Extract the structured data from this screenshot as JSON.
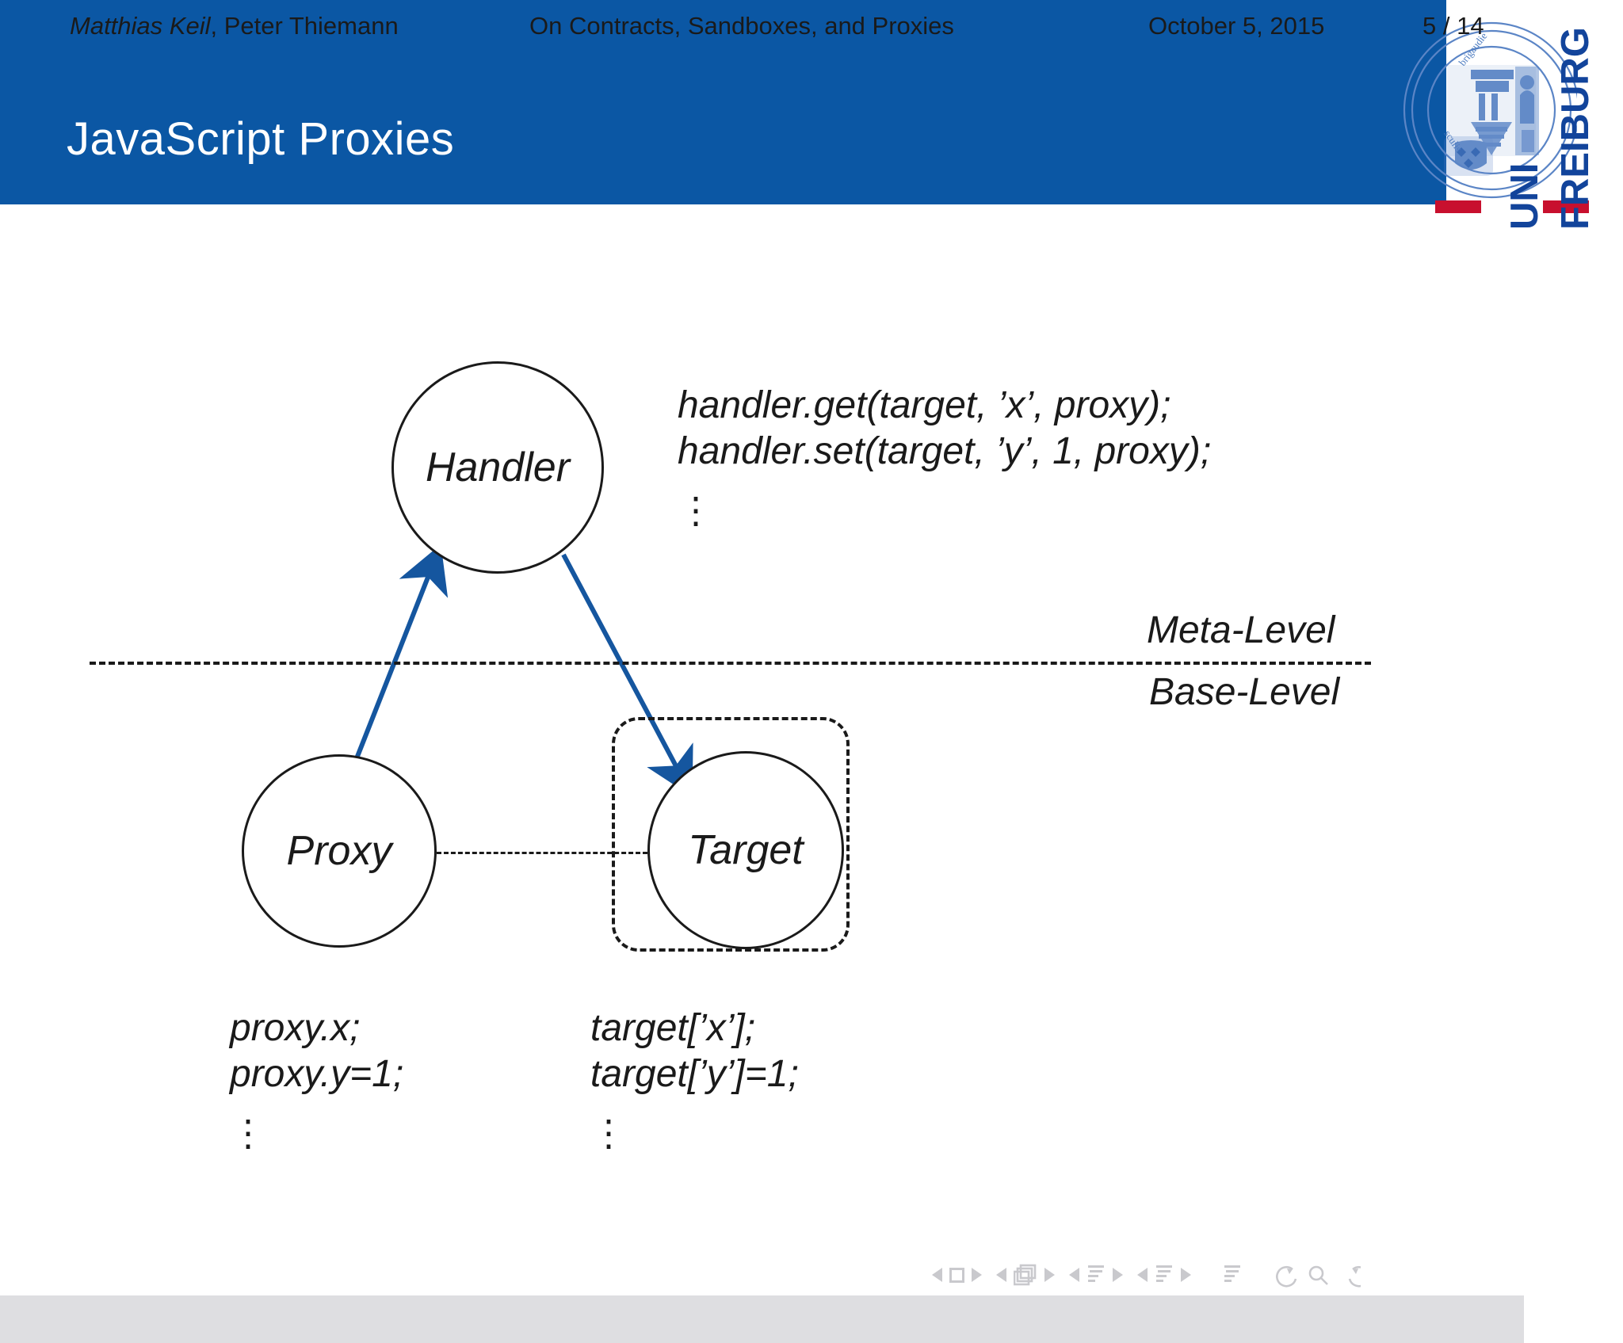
{
  "header": {
    "title": "JavaScript Proxies",
    "bar_color": "#0b57a4"
  },
  "logo": {
    "line1": "UNI",
    "line2": "FREIBURG",
    "seal_alt": "university-seal",
    "blue": "#12449b",
    "red": "#c8102e"
  },
  "diagram": {
    "nodes": {
      "handler": "Handler",
      "proxy": "Proxy",
      "target": "Target"
    },
    "levels": {
      "meta": "Meta-Level",
      "base": "Base-Level"
    },
    "code_handler": {
      "line1": "handler.get(target, ’x’, proxy);",
      "line2": "handler.set(target, ’y’, 1, proxy);",
      "dots": "⋮"
    },
    "code_proxy": {
      "line1": "proxy.x;",
      "line2": "proxy.y=1;",
      "dots": "⋮"
    },
    "code_target": {
      "line1": "target[’x’];",
      "line2": "target[’y’]=1;",
      "dots": "⋮"
    },
    "arrow_color": "#15569f"
  },
  "footer": {
    "author_italic": "Matthias Keil",
    "author_rest": ", Peter Thiemann",
    "title": "On Contracts, Sandboxes, and Proxies",
    "date": "October 5, 2015",
    "page": "5 / 14",
    "bg_color": "#dedee1"
  },
  "nav": {
    "prev": "◂",
    "next": "▸",
    "slide_icon": "slide-square-icon",
    "frame_icon": "frames-stack-icon",
    "subsection_icon": "subsection-lines-icon",
    "section_icon": "section-lines-icon",
    "doc_icon": "document-lines-icon",
    "back_icon": "back-arrow-icon",
    "search_icon": "search-icon",
    "forward_icon": "forward-arrow-icon"
  }
}
